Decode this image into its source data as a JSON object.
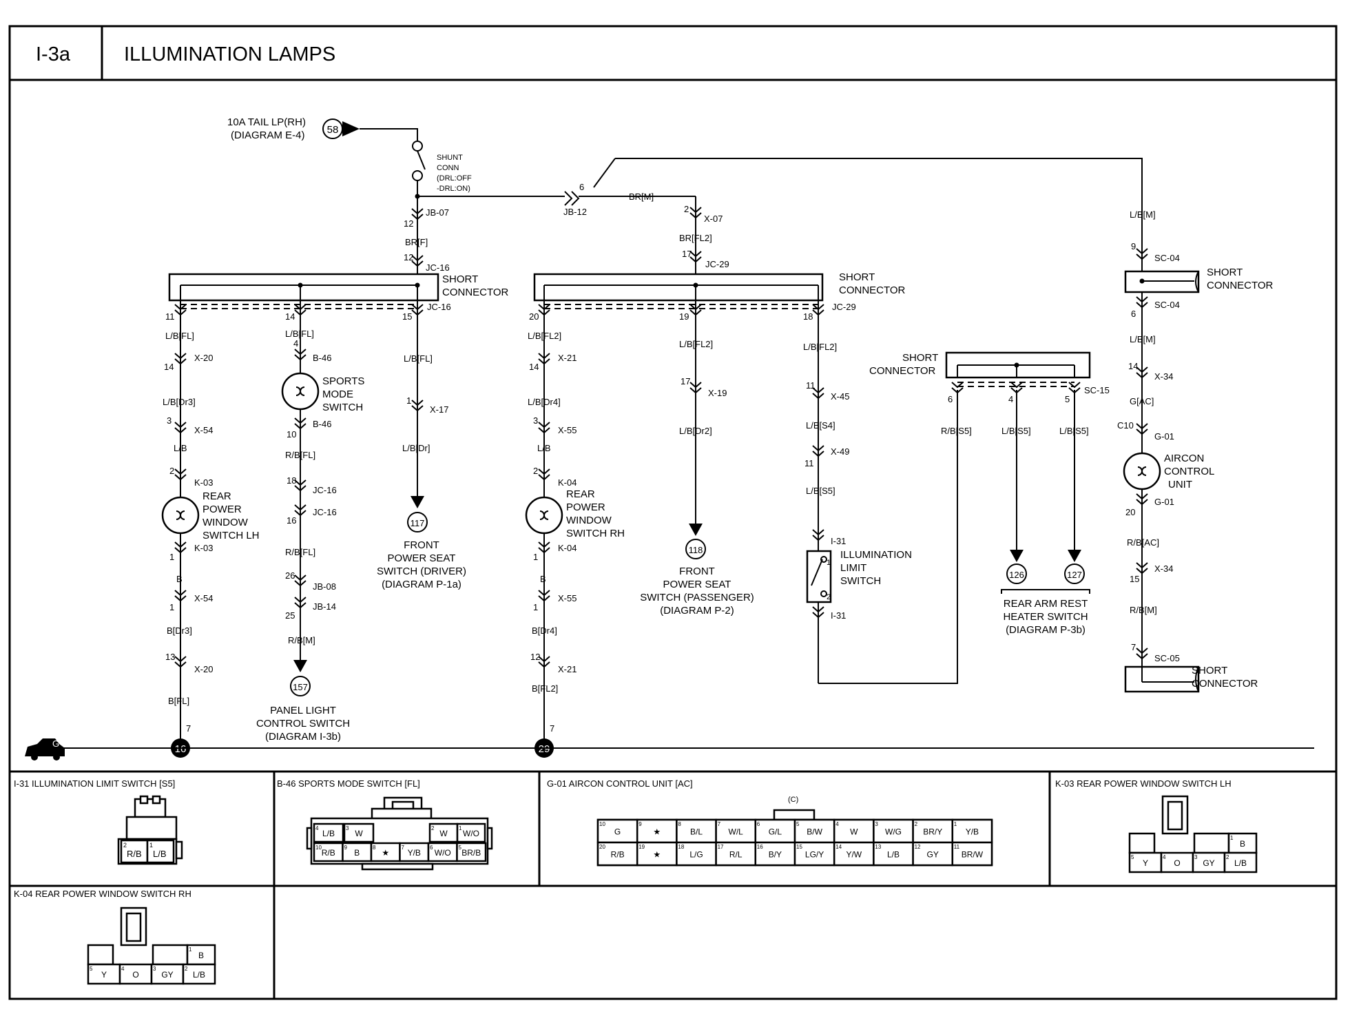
{
  "header": {
    "code": "I-3a",
    "title": "ILLUMINATION LAMPS"
  },
  "source": {
    "fuse_line1": "10A TAIL LP(RH)",
    "fuse_line2": "(DIAGRAM E-4)",
    "fuse_ref": "58",
    "shunt_lines": [
      "SHUNT",
      "CONN",
      "(DRL:OFF",
      "-DRL:ON)"
    ]
  },
  "upper": {
    "jb07": "JB-07",
    "jb07_pin": "12",
    "brf": "BR[F]",
    "jc16_top": "JC-16",
    "jc16_top_pin": "12",
    "jb12": "JB-12",
    "jb12_pin": "6",
    "brm": "BR[M]",
    "x07": "X-07",
    "x07_pin": "2",
    "brfl2": "BR[FL2]",
    "jc29_top": "JC-29",
    "jc29_top_pin": "17"
  },
  "sc_left": {
    "l1": "SHORT",
    "l2": "CONNECTOR",
    "conn": "JC-16",
    "pins": [
      "11",
      "14",
      "15"
    ]
  },
  "sc_mid": {
    "l1": "SHORT",
    "l2": "CONNECTOR",
    "conn": "JC-29",
    "pins": [
      "20",
      "19",
      "18"
    ]
  },
  "col1": {
    "w1": "L/B[FL]",
    "c1": "X-20",
    "p1": "14",
    "w2": "L/B[Dr3]",
    "c2": "X-54",
    "p2": "3",
    "w3": "L/B",
    "c3": "K-03",
    "p3": "2",
    "sw": [
      "REAR",
      "POWER",
      "WINDOW",
      "SWITCH LH"
    ],
    "c4": "K-03",
    "p4": "1",
    "w5": "B",
    "c5": "X-54",
    "p5": "1",
    "w6": "B[Dr3]",
    "c6": "X-20",
    "p6": "13",
    "w7": "B[FL]",
    "p7": "7",
    "ground": "16"
  },
  "col2": {
    "w1": "L/B[FL]",
    "c1": "B-46",
    "p1": "4",
    "sw": [
      "SPORTS",
      "MODE",
      "SWITCH"
    ],
    "c2": "B-46",
    "p2": "10",
    "w2": "R/B[FL]",
    "c3": "JC-16",
    "p3": "18",
    "c4": "JC-16",
    "p4": "16",
    "w4": "R/B[FL]",
    "c5": "JB-08",
    "p5": "26",
    "c6": "JB-14",
    "p6": "25",
    "w6": "R/B[M]",
    "ref": "157",
    "dest": [
      "PANEL LIGHT",
      "CONTROL SWITCH",
      "(DIAGRAM I-3b)"
    ]
  },
  "col3": {
    "w1": "L/B[FL]",
    "c1": "X-17",
    "p1": "1",
    "w2": "L/B[Dr]",
    "ref": "117",
    "dest": [
      "FRONT",
      "POWER SEAT",
      "SWITCH (DRIVER)",
      "(DIAGRAM P-1a)"
    ]
  },
  "col4": {
    "w1": "L/B[FL2]",
    "c1": "X-21",
    "p1": "14",
    "w2": "L/B[Dr4]",
    "c2": "X-55",
    "p2": "3",
    "w3": "L/B",
    "c3": "K-04",
    "p3": "2",
    "sw": [
      "REAR",
      "POWER",
      "WINDOW",
      "SWITCH RH"
    ],
    "c4": "K-04",
    "p4": "1",
    "w5": "B",
    "c5": "X-55",
    "p5": "1",
    "w6": "B[Dr4]",
    "c6": "X-21",
    "p6": "12",
    "w7": "B[FL2]",
    "p7": "7",
    "ground": "29"
  },
  "col5": {
    "w1": "L/B[FL2]",
    "c1": "X-19",
    "p1": "17",
    "w2": "L/B[Dr2]",
    "ref": "118",
    "dest": [
      "FRONT",
      "POWER SEAT",
      "SWITCH (PASSENGER)",
      "(DIAGRAM P-2)"
    ]
  },
  "col6": {
    "w1": "L/B[FL2]",
    "c1": "X-45",
    "p1": "11",
    "w2": "L/B[S4]",
    "c2": "X-49",
    "p2": "11",
    "w3": "L/B[S5]",
    "c3": "I-31",
    "sw": [
      "ILLUMINATION",
      "LIMIT",
      "SWITCH"
    ],
    "sw_p1": "1",
    "sw_p2": "2",
    "c4": "I-31"
  },
  "sc_arm": {
    "l1": "SHORT",
    "l2": "CONNECTOR",
    "conn": "SC-15",
    "pins": [
      "6",
      "4",
      "5"
    ],
    "w1": "R/B[S5]",
    "w2": "L/B[S5]",
    "w3": "L/B[S5]",
    "ref1": "126",
    "ref2": "127",
    "dest": [
      "REAR ARM REST",
      "HEATER SWITCH",
      "(DIAGRAM P-3b)"
    ]
  },
  "col8": {
    "w0": "L/B[M]",
    "c1": "SC-04",
    "p1": "9",
    "sc": [
      "SHORT",
      "CONNECTOR"
    ],
    "c2": "SC-04",
    "p2": "6",
    "w2": "L/B[M]",
    "c3": "X-34",
    "p3": "14",
    "w3": "G[AC]",
    "c4": "G-01",
    "p4": "C10",
    "unit": [
      "AIRCON",
      "CONTROL",
      "UNIT"
    ],
    "c5": "G-01",
    "p5": "20",
    "w5": "R/B[AC]",
    "c6": "X-34",
    "p6": "15",
    "w6": "R/B[M]",
    "c7": "SC-05",
    "p7": "7",
    "sc2": [
      "SHORT",
      "CONNECTOR"
    ]
  },
  "ground_label": "G",
  "conn_panels": {
    "i31": {
      "title": "I-31 ILLUMINATION LIMIT SWITCH [S5]",
      "cells": [
        {
          "n": "2",
          "v": "R/B"
        },
        {
          "n": "1",
          "v": "L/B"
        }
      ]
    },
    "b46": {
      "title": "B-46 SPORTS MODE SWITCH [FL]",
      "top": [
        {
          "n": "4",
          "v": "L/B"
        },
        {
          "n": "3",
          "v": "W"
        },
        {
          "n": "2",
          "v": "W"
        },
        {
          "n": "1",
          "v": "W/O"
        }
      ],
      "bot": [
        {
          "n": "10",
          "v": "R/B"
        },
        {
          "n": "9",
          "v": "B"
        },
        {
          "n": "8",
          "v": "★"
        },
        {
          "n": "7",
          "v": "Y/B"
        },
        {
          "n": "6",
          "v": "W/O"
        },
        {
          "n": "5",
          "v": "BR/B"
        }
      ]
    },
    "g01": {
      "title": "G-01 AIRCON CONTROL UNIT [AC]",
      "sub": "(C)",
      "top": [
        {
          "n": "10",
          "v": "G"
        },
        {
          "n": "9",
          "v": "★"
        },
        {
          "n": "8",
          "v": "B/L"
        },
        {
          "n": "7",
          "v": "W/L"
        },
        {
          "n": "6",
          "v": "G/L"
        },
        {
          "n": "5",
          "v": "B/W"
        },
        {
          "n": "4",
          "v": "W"
        },
        {
          "n": "3",
          "v": "W/G"
        },
        {
          "n": "2",
          "v": "BR/Y"
        },
        {
          "n": "1",
          "v": "Y/B"
        }
      ],
      "bot": [
        {
          "n": "20",
          "v": "R/B"
        },
        {
          "n": "19",
          "v": "★"
        },
        {
          "n": "18",
          "v": "L/G"
        },
        {
          "n": "17",
          "v": "R/L"
        },
        {
          "n": "16",
          "v": "B/Y"
        },
        {
          "n": "15",
          "v": "LG/Y"
        },
        {
          "n": "14",
          "v": "Y/W"
        },
        {
          "n": "13",
          "v": "L/B"
        },
        {
          "n": "12",
          "v": "GY"
        },
        {
          "n": "11",
          "v": "BR/W"
        }
      ]
    },
    "k03": {
      "title": "K-03 REAR POWER WINDOW SWITCH LH",
      "top": [
        {
          "n": "1",
          "v": "B"
        }
      ],
      "bot": [
        {
          "n": "5",
          "v": "Y"
        },
        {
          "n": "4",
          "v": "O"
        },
        {
          "n": "3",
          "v": "GY"
        },
        {
          "n": "2",
          "v": "L/B"
        }
      ]
    },
    "k04": {
      "title": "K-04 REAR POWER WINDOW SWITCH RH",
      "top": [
        {
          "n": "1",
          "v": "B"
        }
      ],
      "bot": [
        {
          "n": "5",
          "v": "Y"
        },
        {
          "n": "4",
          "v": "O"
        },
        {
          "n": "3",
          "v": "GY"
        },
        {
          "n": "2",
          "v": "L/B"
        }
      ]
    }
  }
}
